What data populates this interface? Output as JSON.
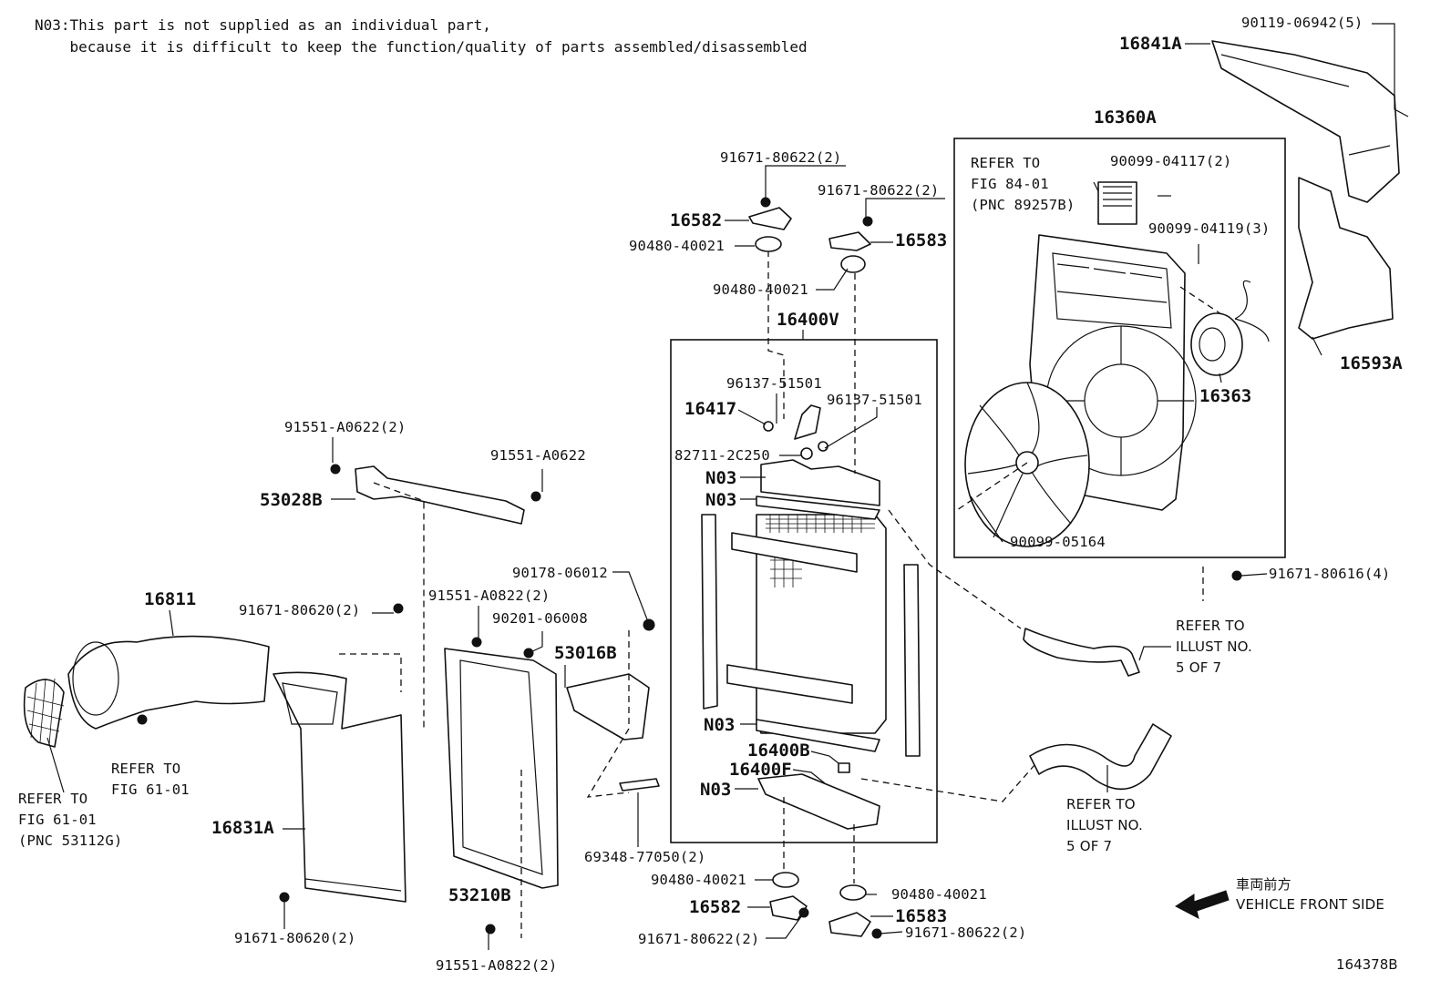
{
  "note": {
    "line1": "N03:This part is not supplied as an individual part,",
    "line2": "    because it is difficult to keep the function/quality of parts assembled/disassembled"
  },
  "labels": {
    "p16841A": "16841A",
    "p90119_06942": "90119-06942(5)",
    "p16360A": "16360A",
    "refer84": "REFER TO\nFIG 84-01\n(PNC 89257B)",
    "p90099_04117": "90099-04117(2)",
    "p90099_04119": "90099-04119(3)",
    "p16593A": "16593A",
    "p16363": "16363",
    "p90099_05164": "90099-05164",
    "p91671_80616": "91671-80616(4)",
    "referIllust1": "REFER TO\nILLUST NO.\n5 OF 7",
    "referIllust2": "REFER TO\nILLUST NO.\n5 OF 7",
    "p91671_80622_a": "91671-80622(2)",
    "p91671_80622_b": "91671-80622(2)",
    "p16582_top": "16582",
    "p16583_top": "16583",
    "p90480_40021_a": "90480-40021",
    "p90480_40021_b": "90480-40021",
    "p16400V": "16400V",
    "p96137_51501_a": "96137-51501",
    "p96137_51501_b": "96137-51501",
    "p16417": "16417",
    "p82711_2C250": "82711-2C250",
    "n03_a": "N03",
    "n03_b": "N03",
    "n03_c": "N03",
    "n03_d": "N03",
    "p16400B": "16400B",
    "p16400F": "16400F",
    "p91551_A0622_2": "91551-A0622(2)",
    "p91551_A0622": "91551-A0622",
    "p53028B": "53028B",
    "p16811": "16811",
    "p91671_80620_a": "91671-80620(2)",
    "p91551_A0822_a": "91551-A0822(2)",
    "p90178_06012": "90178-06012",
    "p90201_06008": "90201-06008",
    "p53016B": "53016B",
    "refer61a": "REFER TO\nFIG 61-01",
    "refer61b": "REFER TO\nFIG 61-01\n(PNC 53112G)",
    "p16831A": "16831A",
    "p69348_77050": "69348-77050(2)",
    "p53210B": "53210B",
    "p91671_80620_b": "91671-80620(2)",
    "p91551_A0822_b": "91551-A0822(2)",
    "p90480_40021_c": "90480-40021",
    "p90480_40021_d": "90480-40021",
    "p16582_bot": "16582",
    "p16583_bot": "16583",
    "p91671_80622_c": "91671-80622(2)",
    "p91671_80622_d": "91671-80622(2)",
    "front_jp": "車両前方",
    "front_en": "VEHICLE FRONT SIDE",
    "illus_id": "164378B"
  }
}
